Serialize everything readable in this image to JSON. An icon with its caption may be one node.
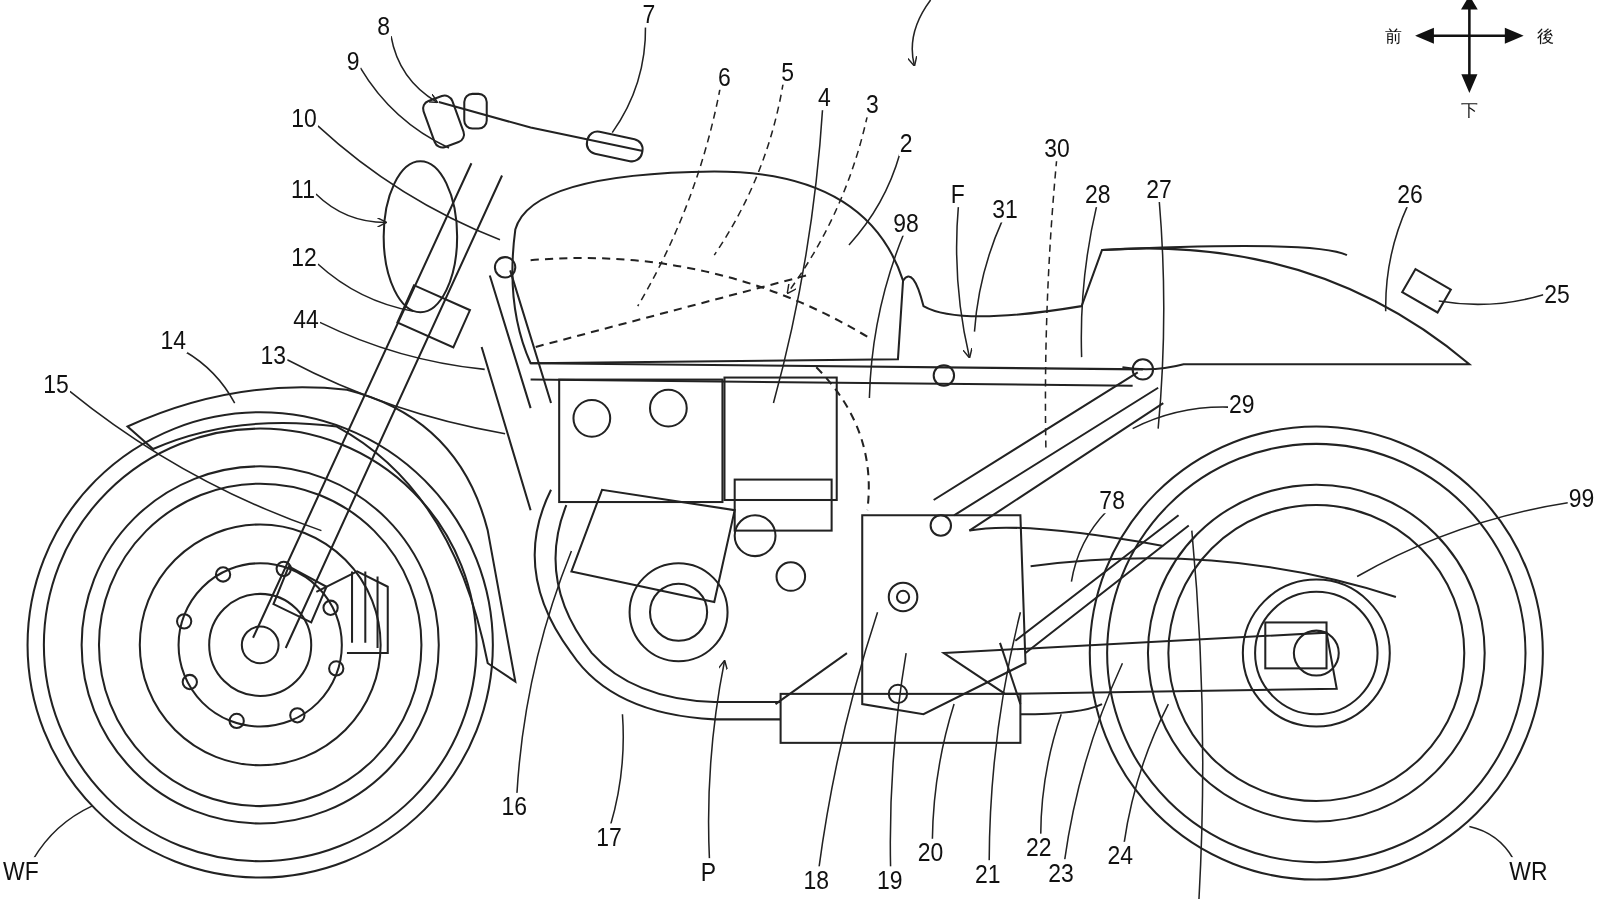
{
  "diagram": {
    "nodes": [
      {
        "text": [
          "7"
        ]
      },
      {
        "text": [
          "8"
        ]
      },
      {
        "text": [
          "9"
        ]
      },
      {
        "text": [
          "10"
        ]
      },
      {
        "text": [
          "11"
        ]
      },
      {
        "text": [
          "12"
        ]
      },
      {
        "text": [
          "44"
        ]
      },
      {
        "text": [
          "13"
        ]
      },
      {
        "text": [
          "14"
        ]
      },
      {
        "text": [
          "15"
        ]
      },
      {
        "text": [
          "6"
        ]
      },
      {
        "text": [
          "5"
        ]
      },
      {
        "text": [
          "4"
        ]
      },
      {
        "text": [
          "3"
        ]
      },
      {
        "text": [
          "2"
        ]
      },
      {
        "text": [
          "98"
        ]
      },
      {
        "text": [
          "F"
        ]
      },
      {
        "text": [
          "31"
        ]
      },
      {
        "text": [
          "30"
        ]
      },
      {
        "text": [
          "28"
        ]
      },
      {
        "text": [
          "27"
        ]
      },
      {
        "text": [
          "26"
        ]
      },
      {
        "text": [
          "25"
        ]
      },
      {
        "text": [
          "29"
        ]
      },
      {
        "text": [
          "99"
        ]
      },
      {
        "text": [
          "78"
        ]
      },
      {
        "text": [
          "16"
        ]
      },
      {
        "text": [
          "17"
        ]
      },
      {
        "text": [
          "P"
        ]
      },
      {
        "text": [
          "18"
        ]
      },
      {
        "text": [
          "19"
        ]
      },
      {
        "text": [
          "20"
        ]
      },
      {
        "text": [
          "21"
        ]
      },
      {
        "text": [
          "22"
        ]
      },
      {
        "text": [
          "23"
        ]
      },
      {
        "text": [
          "24"
        ]
      },
      {
        "text": [
          "WR"
        ]
      },
      {
        "text": [
          "WF"
        ]
      }
    ],
    "edges": [
      {
        "from": 0,
        "to": null,
        "arrow": "none"
      },
      {
        "from": 1,
        "to": null,
        "arrow": "to"
      },
      {
        "from": 2,
        "to": null,
        "arrow": "none"
      },
      {
        "from": 3,
        "to": null,
        "arrow": "none"
      },
      {
        "from": 4,
        "to": null,
        "arrow": "to"
      },
      {
        "from": 5,
        "to": null,
        "arrow": "none"
      },
      {
        "from": 6,
        "to": null,
        "arrow": "none"
      },
      {
        "from": 7,
        "to": null,
        "arrow": "none"
      },
      {
        "from": 8,
        "to": null,
        "arrow": "none"
      },
      {
        "from": 9,
        "to": null,
        "arrow": "none"
      },
      {
        "from": 10,
        "to": null,
        "arrow": "none",
        "style": "dashed"
      },
      {
        "from": 11,
        "to": null,
        "arrow": "none",
        "style": "dashed"
      },
      {
        "from": 12,
        "to": null,
        "arrow": "none"
      },
      {
        "from": 13,
        "to": null,
        "arrow": "to",
        "style": "dashed"
      },
      {
        "from": 14,
        "to": null,
        "arrow": "none"
      },
      {
        "from": 15,
        "to": null,
        "arrow": "none"
      },
      {
        "from": 16,
        "to": null,
        "arrow": "to"
      },
      {
        "from": 17,
        "to": null,
        "arrow": "none"
      },
      {
        "from": 18,
        "to": null,
        "arrow": "none",
        "style": "dashed"
      },
      {
        "from": 19,
        "to": null,
        "arrow": "none"
      },
      {
        "from": 20,
        "to": null,
        "arrow": "none"
      },
      {
        "from": 21,
        "to": null,
        "arrow": "none"
      },
      {
        "from": 22,
        "to": null,
        "arrow": "none"
      },
      {
        "from": 23,
        "to": null,
        "arrow": "none"
      },
      {
        "from": 24,
        "to": null,
        "arrow": "none"
      },
      {
        "from": 25,
        "to": null,
        "arrow": "none"
      },
      {
        "from": 26,
        "to": null,
        "arrow": "none"
      },
      {
        "from": 27,
        "to": null,
        "arrow": "none"
      },
      {
        "from": 28,
        "to": null,
        "arrow": "to"
      },
      {
        "from": 29,
        "to": null,
        "arrow": "none"
      },
      {
        "from": 30,
        "to": null,
        "arrow": "none"
      },
      {
        "from": 31,
        "to": null,
        "arrow": "none"
      },
      {
        "from": 32,
        "to": null,
        "arrow": "none"
      },
      {
        "from": 33,
        "to": null,
        "arrow": "none"
      },
      {
        "from": 34,
        "to": null,
        "arrow": "none"
      },
      {
        "from": 35,
        "to": null,
        "arrow": "none"
      },
      {
        "from": 36,
        "to": null,
        "arrow": "none"
      },
      {
        "from": 37,
        "to": null,
        "arrow": "none"
      }
    ],
    "labels": [
      "前",
      "後",
      "下"
    ]
  }
}
